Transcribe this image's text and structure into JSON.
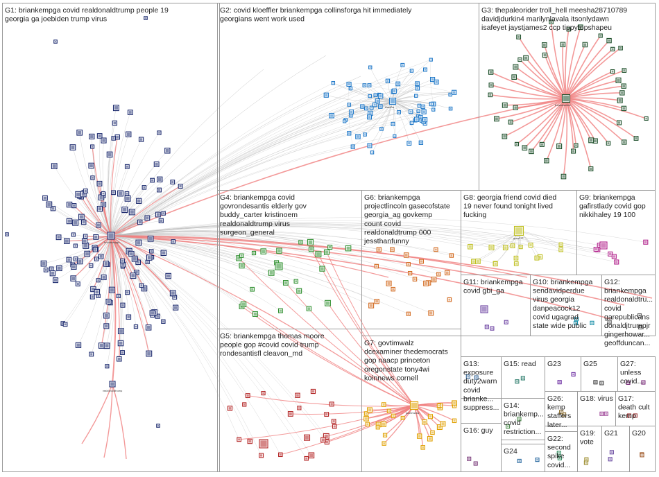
{
  "colors": {
    "edge_gray": "#b9b9b9",
    "edge_red": "#f08080",
    "border": "#9a9a9a",
    "g1": "#1c2a6e",
    "g2": "#1f78c8",
    "g3": "#1d4f2a",
    "g4": "#2f8f2f",
    "g5": "#b22222",
    "g6": "#d2691e",
    "g7": "#e0a000",
    "g8": "#bfbf1f",
    "g9": "#b0208a",
    "g10": "#1a8fa8",
    "g11": "#6a3fa0",
    "g12": "#5a5a5a"
  },
  "groups": [
    {
      "id": "G1",
      "lines": [
        "G1: briankempga covid realdonaldtrump people 19",
        "georgia ga joebiden trump virus"
      ]
    },
    {
      "id": "G2",
      "lines": [
        "G2: covid kloeffler briankempga collinsforga hit immediately",
        "georgians went work used"
      ]
    },
    {
      "id": "G3",
      "lines": [
        "G3: thepaleorider troll_hell meesha28710789",
        "davidjdurkin4 marilynlavala itsonlydawn",
        "isafeyet jaystjames2 ccp tippytopshapeu"
      ]
    },
    {
      "id": "G4",
      "lines": [
        "G4: briankempga covid",
        "govrondesantis elderly gov",
        "buddy_carter kristinoem",
        "realdonaldtrump virus",
        "surgeon_general"
      ]
    },
    {
      "id": "G5",
      "lines": [
        "G5: briankempga thomas moore",
        "people gop #covid covid trump",
        "rondesantisfl cleavon_md"
      ]
    },
    {
      "id": "G6",
      "lines": [
        "G6: briankempga",
        "projectlincoln gasecofstate",
        "georgia_ag govkemp",
        "count covid",
        "realdonaldtrump 000",
        "jessthanfunny"
      ]
    },
    {
      "id": "G7",
      "lines": [
        "G7: govtimwalz",
        "dcexaminer thedemocrats",
        "gop naacp princeton",
        "oregonstate tony4wi",
        "koinnews cornell"
      ]
    },
    {
      "id": "G8",
      "lines": [
        "G8: georgia friend covid died",
        "19 never found tonight lived",
        "fucking"
      ]
    },
    {
      "id": "G9",
      "lines": [
        "G9: briankempga",
        "gafirstlady covid gop",
        "nikkihaley 19 100"
      ]
    },
    {
      "id": "G10",
      "lines": [
        "G10: briankempga",
        "sendavidperdue",
        "virus georgia",
        "danpeacock12",
        "covid ugagrad",
        "state wide public"
      ]
    },
    {
      "id": "G11",
      "lines": [
        "G11: briankempga",
        "covid gbi_ga"
      ]
    },
    {
      "id": "G12",
      "lines": [
        "G12:",
        "briankempga",
        "realdonaldtru...",
        "covid",
        "garepublicans",
        "donaldjtrumpjr",
        "gingerhowar...",
        "geoffduncan..."
      ]
    },
    {
      "id": "G13",
      "lines": [
        "G13:",
        "exposure",
        "duty2warn",
        "covid",
        "brianke...",
        "suppress..."
      ]
    },
    {
      "id": "G14",
      "lines": [
        "G14:",
        "briankemp...",
        "covid",
        "restriction..."
      ]
    },
    {
      "id": "G15",
      "lines": [
        "G15: read"
      ]
    },
    {
      "id": "G16",
      "lines": [
        "G16: guy"
      ]
    },
    {
      "id": "G17",
      "lines": [
        "G17:",
        "death cult",
        "kemp"
      ]
    },
    {
      "id": "G18",
      "lines": [
        "G18: virus"
      ]
    },
    {
      "id": "G19",
      "lines": [
        "G19:",
        "vote"
      ]
    },
    {
      "id": "G20",
      "lines": [
        "G20"
      ]
    },
    {
      "id": "G21",
      "lines": [
        "G21"
      ]
    },
    {
      "id": "G22",
      "lines": [
        "G22:",
        "second",
        "spike",
        "covid..."
      ]
    },
    {
      "id": "G23",
      "lines": [
        "G23"
      ]
    },
    {
      "id": "G24",
      "lines": [
        "G24"
      ]
    },
    {
      "id": "G25",
      "lines": [
        "G25"
      ]
    },
    {
      "id": "G26",
      "lines": [
        "G26:",
        "kemp",
        "staffers",
        "later..."
      ]
    },
    {
      "id": "G27",
      "lines": [
        "G27:",
        "unless",
        "covid..."
      ]
    }
  ],
  "hub_labels": {
    "g1": "briankempga",
    "g2": "kloeffler",
    "g3": "thepaleorider",
    "g7": "govtimwalz",
    "g8": "gsvg313",
    "g1b": "realdonaldtrump"
  }
}
